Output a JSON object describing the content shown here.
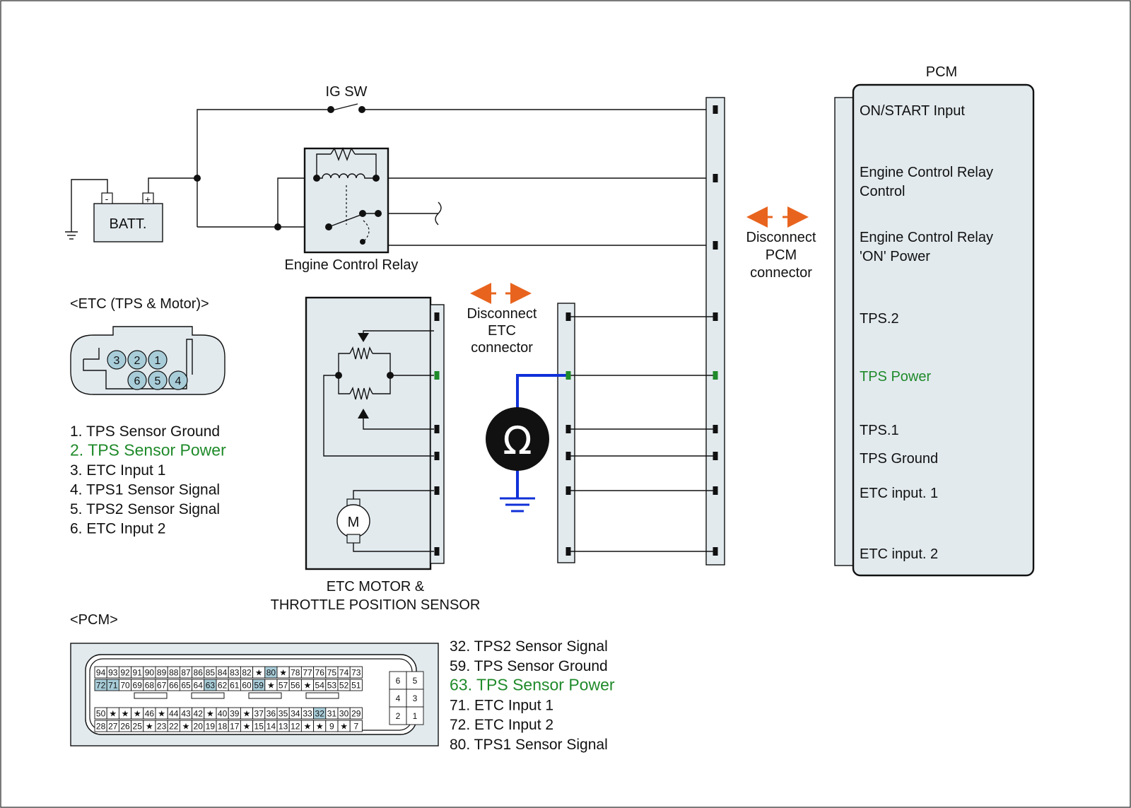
{
  "labels": {
    "ig_sw": "IG SW",
    "batt": "BATT.",
    "batt_minus": "-",
    "batt_plus": "+",
    "relay": "Engine Control Relay",
    "pcm_title": "PCM",
    "etc_connector_title": "<ETC (TPS & Motor)>",
    "etc_block_line1": "ETC MOTOR &",
    "etc_block_line2": "THROTTLE POSITION SENSOR",
    "motor": "M",
    "ohm": "Ω",
    "disconnect_etc": [
      "Disconnect",
      "ETC",
      "connector"
    ],
    "disconnect_pcm": [
      "Disconnect",
      "PCM",
      "connector"
    ],
    "pcm_connector_title": "<PCM>"
  },
  "pcm_inputs": [
    {
      "lines": [
        "ON/START Input"
      ],
      "highlight": false
    },
    {
      "lines": [
        "Engine Control Relay",
        "Control"
      ],
      "highlight": false
    },
    {
      "lines": [
        "Engine Control Relay",
        "'ON' Power"
      ],
      "highlight": false
    },
    {
      "lines": [
        "TPS.2"
      ],
      "highlight": false
    },
    {
      "lines": [
        "TPS Power"
      ],
      "highlight": true
    },
    {
      "lines": [
        "TPS.1"
      ],
      "highlight": false
    },
    {
      "lines": [
        "TPS Ground"
      ],
      "highlight": false
    },
    {
      "lines": [
        "ETC input. 1"
      ],
      "highlight": false
    },
    {
      "lines": [
        "ETC input. 2"
      ],
      "highlight": false
    }
  ],
  "etc_pins": [
    "3",
    "2",
    "1",
    "6",
    "5",
    "4"
  ],
  "etc_pin_list": [
    {
      "text": "1. TPS Sensor Ground",
      "highlight": false
    },
    {
      "text": "2. TPS Sensor Power",
      "highlight": true
    },
    {
      "text": "3. ETC Input 1",
      "highlight": false
    },
    {
      "text": "4. TPS1 Sensor Signal",
      "highlight": false
    },
    {
      "text": "5. TPS2 Sensor Signal",
      "highlight": false
    },
    {
      "text": "6. ETC Input 2",
      "highlight": false
    }
  ],
  "pcm_pin_list": [
    {
      "text": "32. TPS2 Sensor Signal",
      "highlight": false
    },
    {
      "text": "59. TPS Sensor Ground",
      "highlight": false
    },
    {
      "text": "63. TPS Sensor Power",
      "highlight": true
    },
    {
      "text": "71. ETC Input 1",
      "highlight": false
    },
    {
      "text": "72. ETC Input 2",
      "highlight": false
    },
    {
      "text": "80. TPS1 Sensor Signal",
      "highlight": false
    }
  ],
  "pcm_grid": {
    "rows": [
      [
        "94",
        "93",
        "92",
        "91",
        "90",
        "89",
        "88",
        "87",
        "86",
        "85",
        "84",
        "83",
        "82",
        "★",
        "80",
        "★",
        "78",
        "77",
        "76",
        "75",
        "74",
        "73"
      ],
      [
        "72",
        "71",
        "70",
        "69",
        "68",
        "67",
        "66",
        "65",
        "64",
        "63",
        "62",
        "61",
        "60",
        "59",
        "★",
        "57",
        "56",
        "★",
        "54",
        "53",
        "52",
        "51"
      ],
      [
        "50",
        "★",
        "★",
        "★",
        "46",
        "★",
        "44",
        "43",
        "42",
        "★",
        "40",
        "39",
        "★",
        "37",
        "36",
        "35",
        "34",
        "33",
        "32",
        "31",
        "30",
        "29"
      ],
      [
        "28",
        "27",
        "26",
        "25",
        "★",
        "23",
        "22",
        "★",
        "20",
        "19",
        "18",
        "17",
        "★",
        "15",
        "14",
        "13",
        "12",
        "★",
        "★",
        "9",
        "★",
        "7"
      ]
    ],
    "highlighted": [
      "80",
      "72",
      "71",
      "63",
      "59",
      "32"
    ],
    "side": [
      [
        "6",
        "5"
      ],
      [
        "4",
        "3"
      ],
      [
        "2",
        "1"
      ]
    ]
  },
  "colors": {
    "highlight_text": "#1f8a2a",
    "arrow": "#e8641e",
    "probe_wire": "#1030d8",
    "panel": "#e2eaee",
    "cell_highlight": "#a8cdd9"
  }
}
